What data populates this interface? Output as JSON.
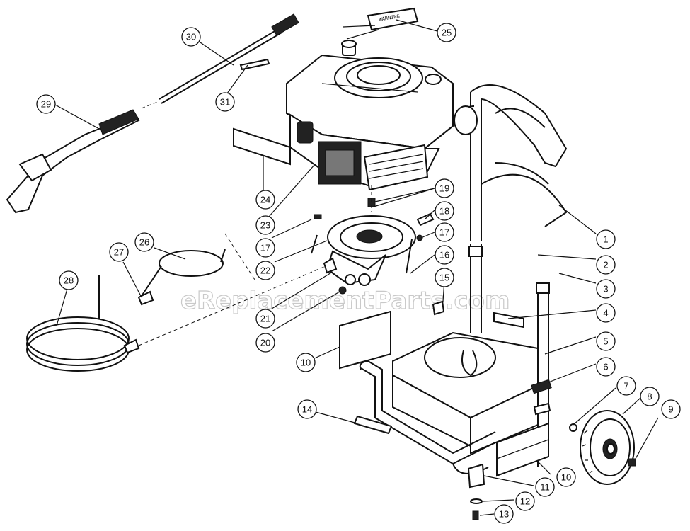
{
  "diagram": {
    "watermark": "eReplacementParts.com",
    "decal_text": "WARNING",
    "callouts": [
      "1",
      "2",
      "3",
      "4",
      "5",
      "6",
      "7",
      "8",
      "9",
      "10",
      "10",
      "11",
      "12",
      "13",
      "14",
      "15",
      "16",
      "17",
      "17",
      "18",
      "19",
      "20",
      "21",
      "22",
      "23",
      "24",
      "25",
      "26",
      "27",
      "28",
      "29",
      "30",
      "31"
    ]
  }
}
